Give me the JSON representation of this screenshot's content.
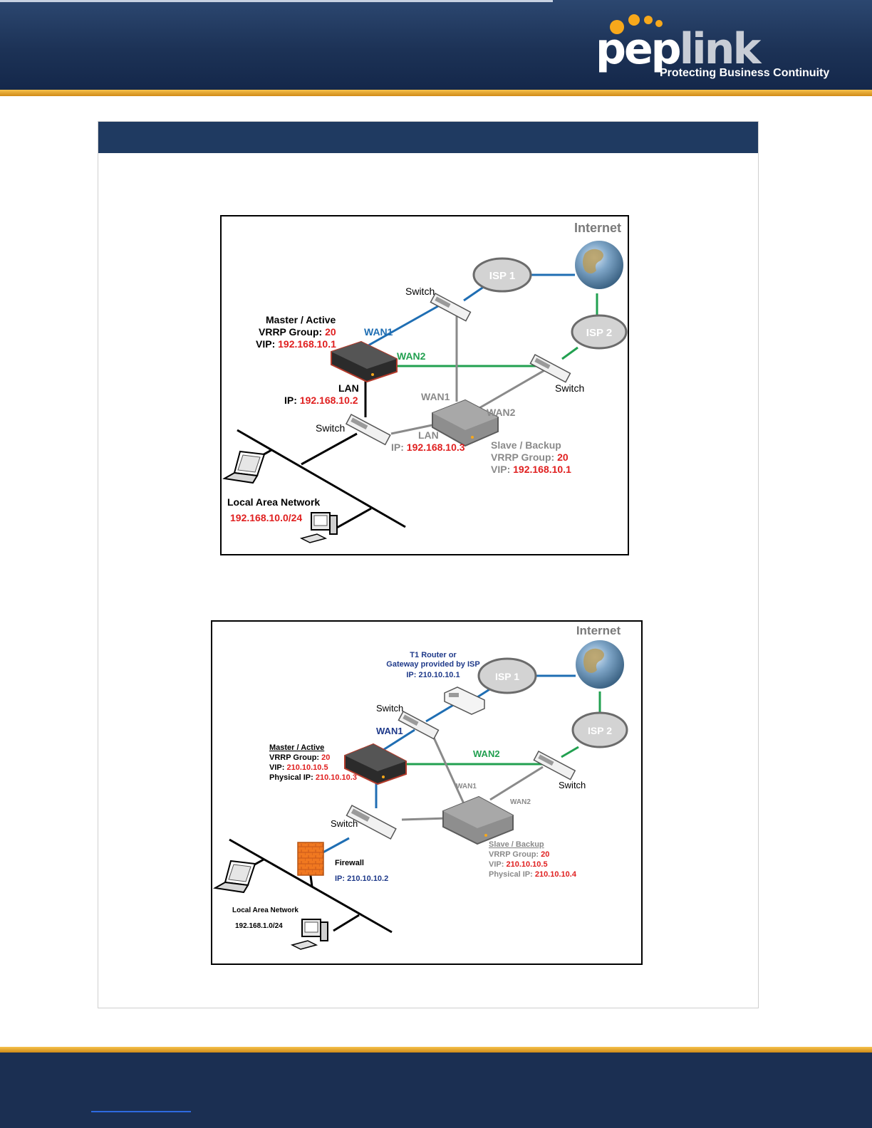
{
  "logo": {
    "word_pep": "pep",
    "word_link": "link",
    "tagline": "Protecting Business Continuity"
  },
  "figure1": {
    "internet": "Internet",
    "isp1": "ISP 1",
    "isp2": "ISP 2",
    "switch_top": "Switch",
    "switch_right": "Switch",
    "switch_lan": "Switch",
    "master_title": "Master / Active",
    "master_group_label": "VRRP Group:",
    "master_group_value": "20",
    "master_vip_label": "VIP:",
    "master_vip_value": "192.168.10.1",
    "wan1": "WAN1",
    "wan2": "WAN2",
    "lan_title": "LAN",
    "lan_ip_label": "IP:",
    "lan_ip_value": "192.168.10.2",
    "slave_wan1": "WAN1",
    "slave_wan2": "WAN2",
    "slave_lan": "LAN",
    "slave_lan_ip_label": "IP:",
    "slave_lan_ip_value": "192.168.10.3",
    "slave_title": "Slave / Backup",
    "slave_group_label": "VRRP Group:",
    "slave_group_value": "20",
    "slave_vip_label": "VIP:",
    "slave_vip_value": "192.168.10.1",
    "lan_network_title": "Local Area Network",
    "lan_network_subnet": "192.168.10.0/24"
  },
  "figure2": {
    "internet": "Internet",
    "isp1": "ISP 1",
    "isp2": "ISP 2",
    "t1_line1": "T1 Router or",
    "t1_line2": "Gateway provided by ISP",
    "t1_ip": "IP: 210.10.10.1",
    "switch_top": "Switch",
    "switch_right": "Switch",
    "switch_lan": "Switch",
    "wan1": "WAN1",
    "wan2": "WAN2",
    "master_title": "Master / Active",
    "master_group_label": "VRRP Group:",
    "master_group_value": "20",
    "master_vip_label": "VIP:",
    "master_vip_value": "210.10.10.5",
    "master_phys_label": "Physical IP:",
    "master_phys_value": "210.10.10.3",
    "slave_wan1": "WAN1",
    "slave_wan2": "WAN2",
    "slave_title": "Slave / Backup",
    "slave_group_label": "VRRP Group:",
    "slave_group_value": "20",
    "slave_vip_label": "VIP:",
    "slave_vip_value": "210.10.10.5",
    "slave_phys_label": "Physical IP:",
    "slave_phys_value": "210.10.10.4",
    "firewall": "Firewall",
    "firewall_ip": "IP: 210.10.10.2",
    "lan_network_title": "Local Area Network",
    "lan_network_subnet": "192.168.1.0/24"
  }
}
